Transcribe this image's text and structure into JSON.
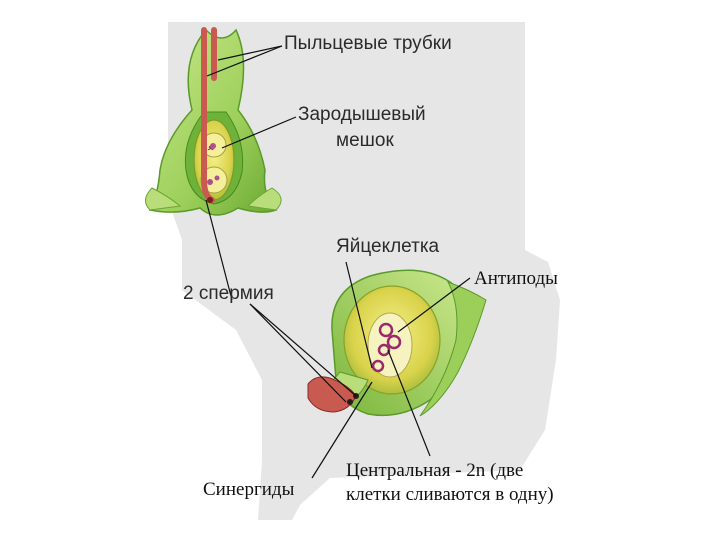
{
  "labels": {
    "pollen_tubes": "Пыльцевые трубки",
    "embryo_sac_line1": "Зародышевый",
    "embryo_sac_line2": "мешок",
    "egg_cell": "Яйцеклетка",
    "antipodes": "Антиподы",
    "two_sperms": "2 спермия",
    "synergids": "Синергиды",
    "central_line1": "Центральная - 2n (две",
    "central_line2": "клетки сливаются в одну)"
  },
  "colors": {
    "background_panel": "#e6e6e6",
    "ovule_green": "#9ed15a",
    "ovule_dark_green": "#5a9a2a",
    "sac_yellow": "#e8e05a",
    "pollen_tube_red": "#c95a50",
    "nucleus_purple": "#9a2a6a",
    "label_text": "#2b2b2b"
  }
}
